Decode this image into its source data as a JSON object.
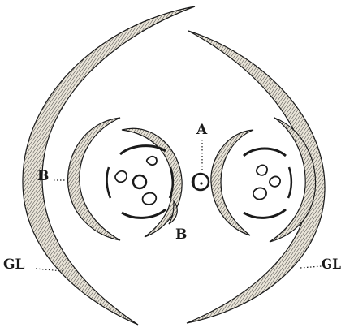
{
  "labels": {
    "a": "A",
    "b_left": "B",
    "b_lower": "B",
    "gl_left": "GL",
    "gl_right": "GL"
  }
}
